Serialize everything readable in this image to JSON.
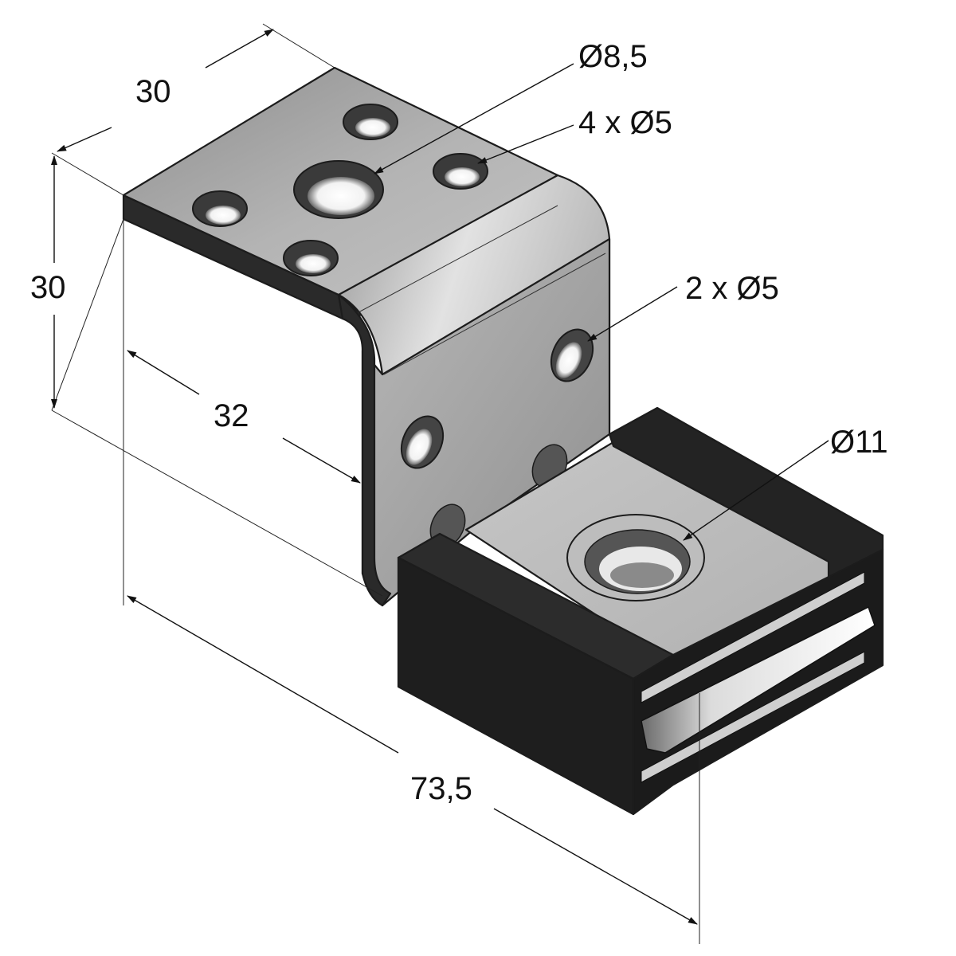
{
  "dimensions": {
    "top_width": "30",
    "height": "30",
    "offset": "32",
    "overall_length": "73,5"
  },
  "callouts": {
    "center_hole": "Ø8,5",
    "top_holes": "4 x Ø5",
    "side_holes": "2 x Ø5",
    "nut_thread": "Ø11"
  },
  "colors": {
    "metal_light": "#c9c9c9",
    "metal_mid": "#a9a9a9",
    "metal_dark": "#8a8a8a",
    "plastic": "#1e1e1e",
    "outline": "#1c1c1c"
  }
}
